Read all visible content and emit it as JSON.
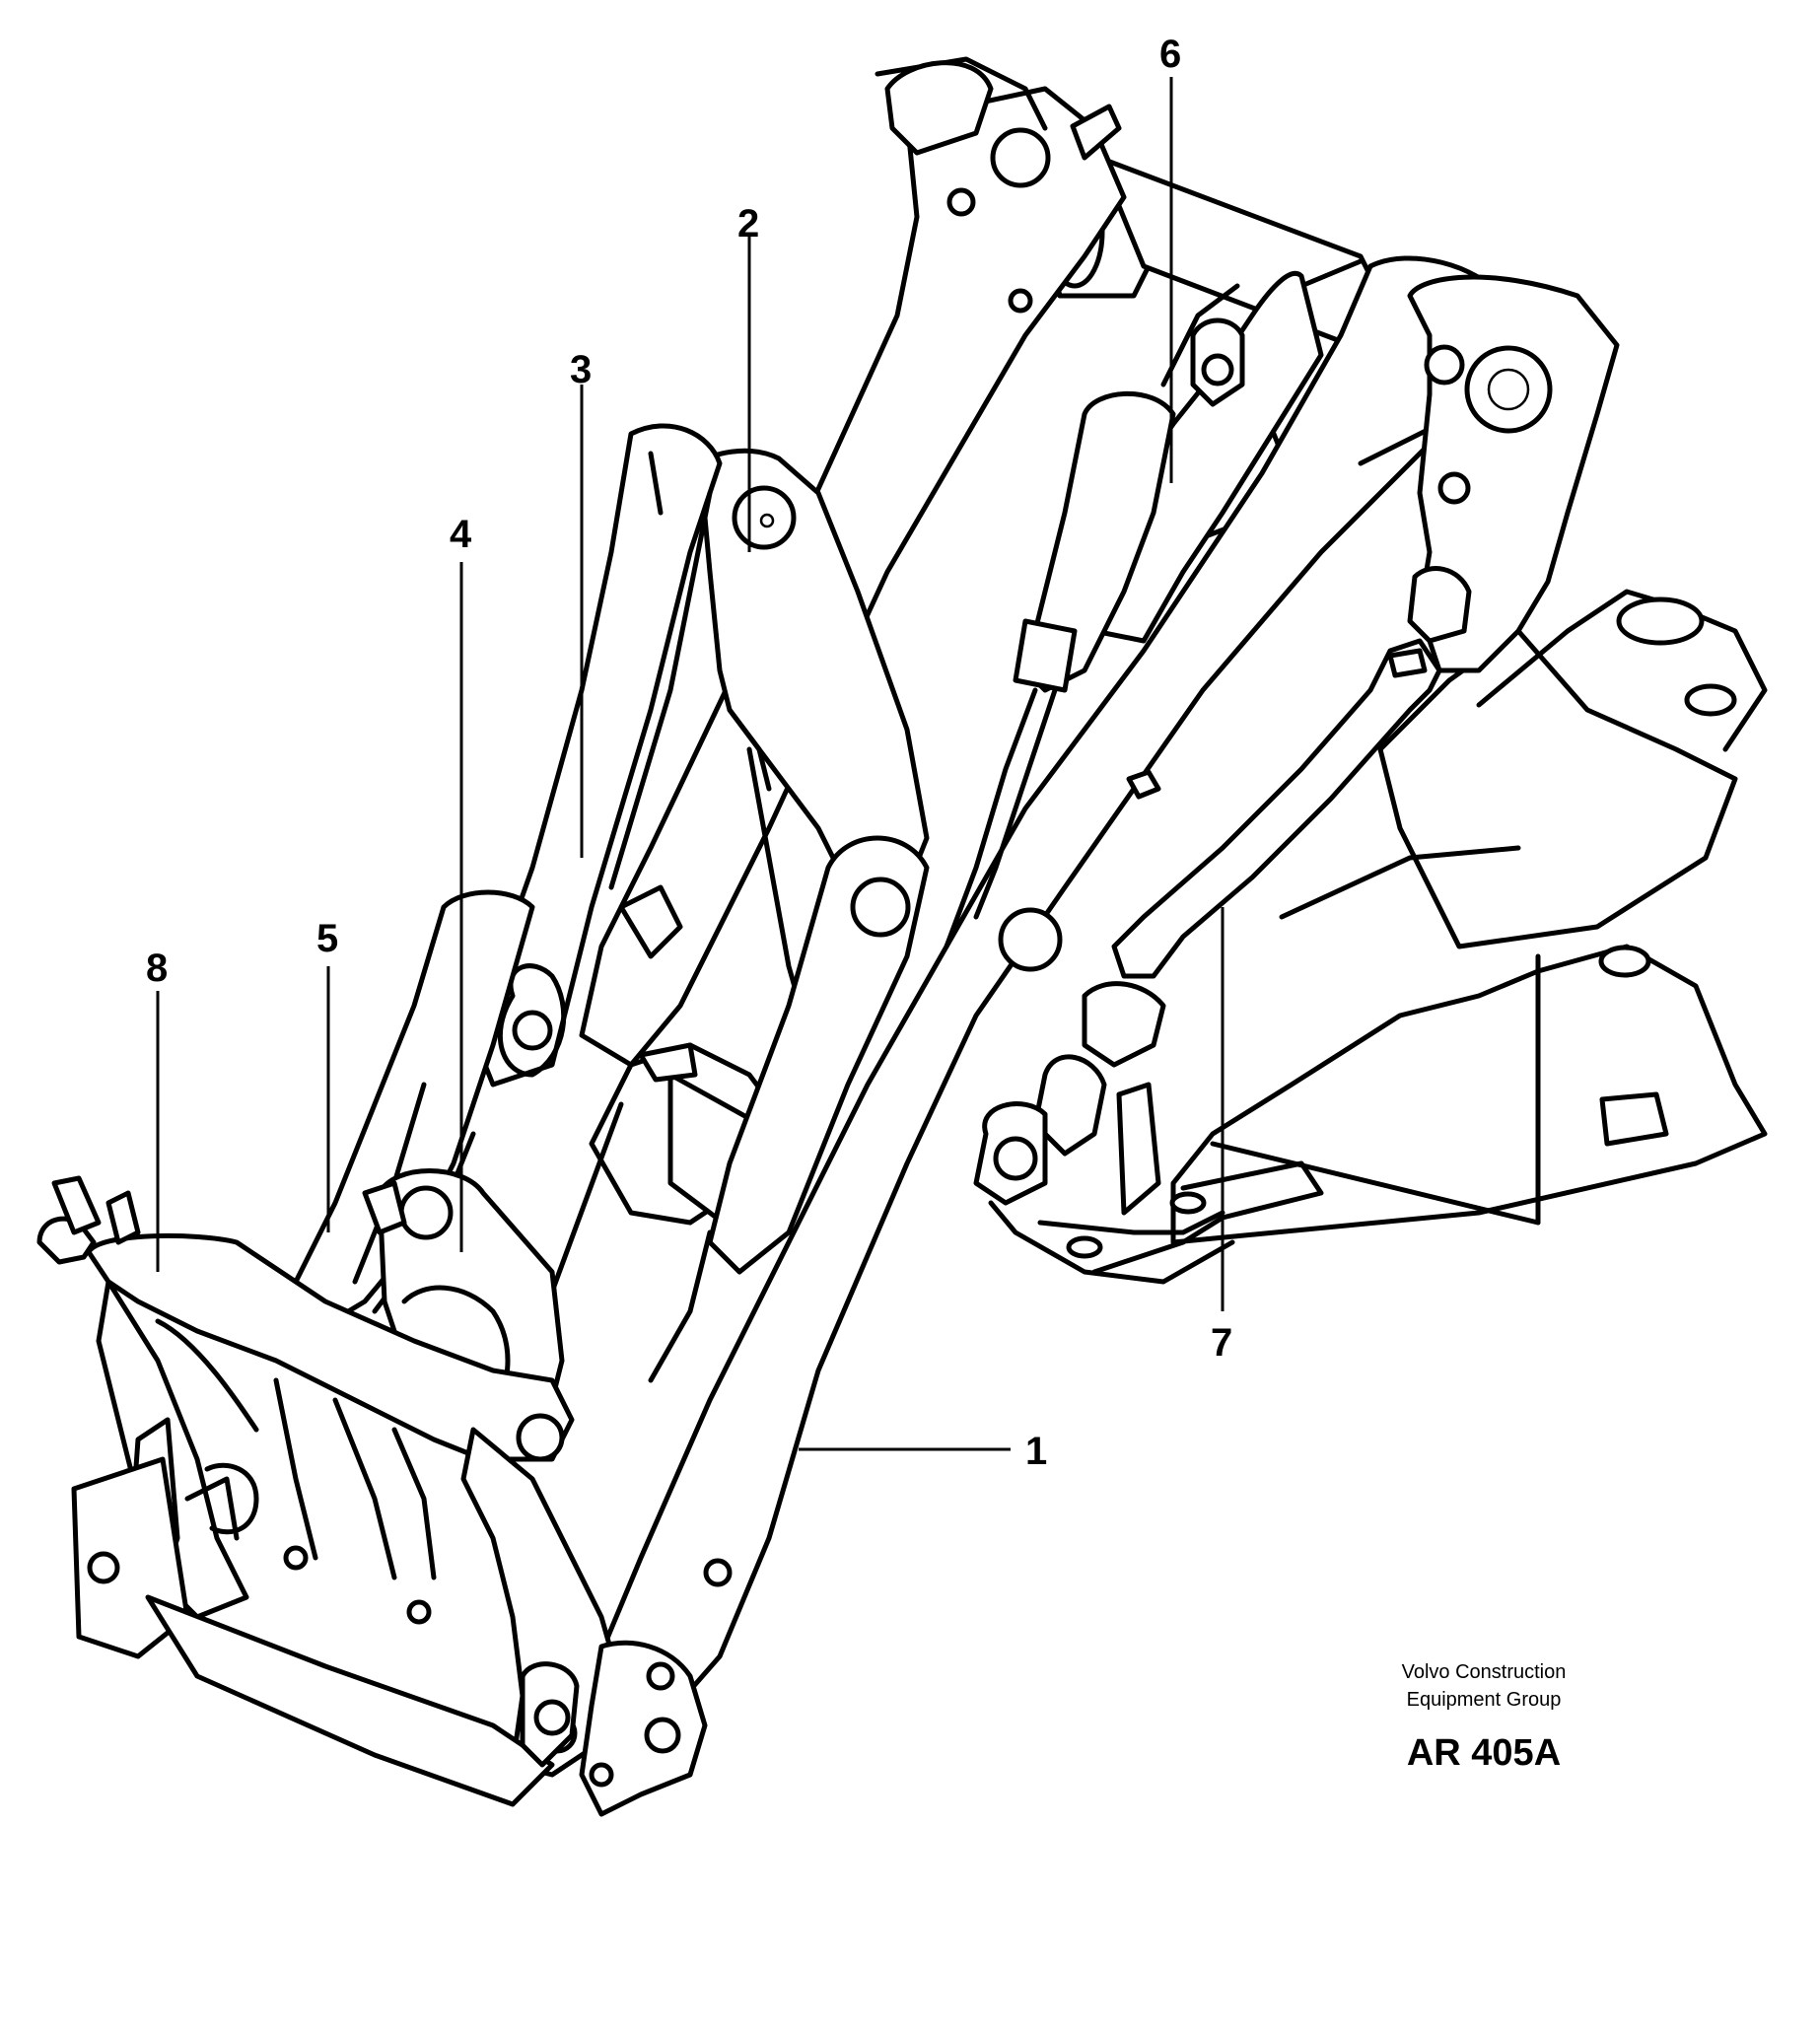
{
  "diagram": {
    "callouts": [
      {
        "id": "1",
        "label": "1"
      },
      {
        "id": "2",
        "label": "2"
      },
      {
        "id": "3",
        "label": "3"
      },
      {
        "id": "4",
        "label": "4"
      },
      {
        "id": "5",
        "label": "5"
      },
      {
        "id": "6",
        "label": "6"
      },
      {
        "id": "7",
        "label": "7"
      },
      {
        "id": "8",
        "label": "8"
      }
    ],
    "caption": {
      "company_line1": "Volvo Construction",
      "company_line2": "Equipment Group",
      "code": "AR 405A"
    }
  }
}
